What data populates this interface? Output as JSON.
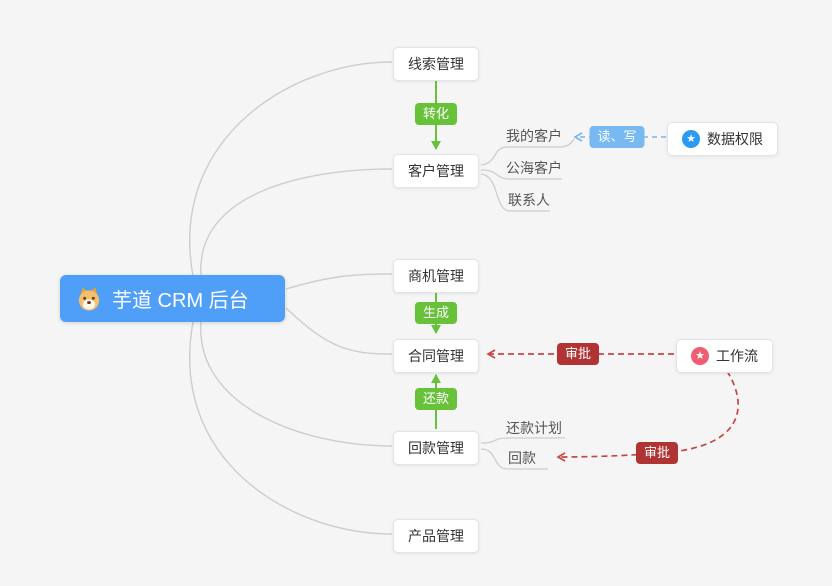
{
  "title": "芋道 CRM 后台",
  "canvas": {
    "background": "#f5f5f5"
  },
  "root": {
    "label": "芋道 CRM 后台",
    "icon": "dog-icon",
    "color": "#4f9ef7"
  },
  "branches": [
    {
      "id": "leads",
      "label": "线索管理"
    },
    {
      "id": "customers",
      "label": "客户管理",
      "children": [
        "我的客户",
        "公海客户",
        "联系人"
      ]
    },
    {
      "id": "opportunities",
      "label": "商机管理"
    },
    {
      "id": "contracts",
      "label": "合同管理"
    },
    {
      "id": "receivables",
      "label": "回款管理",
      "children": [
        "还款计划",
        "回款"
      ]
    },
    {
      "id": "products",
      "label": "产品管理"
    }
  ],
  "side_nodes": [
    {
      "id": "data-permission",
      "label": "数据权限",
      "icon": "star-icon",
      "icon_color": "#2b9af3"
    },
    {
      "id": "workflow",
      "label": "工作流",
      "icon": "star-icon",
      "icon_color": "#ee5e6f"
    }
  ],
  "badges": {
    "convert": {
      "label": "转化",
      "color": "#67c23a"
    },
    "read_write": {
      "label": "读、写",
      "color": "#77b9f0"
    },
    "generate": {
      "label": "生成",
      "color": "#67c23a"
    },
    "repay": {
      "label": "还款",
      "color": "#67c23a"
    },
    "approve_contract": {
      "label": "审批",
      "color": "#b03434"
    },
    "approve_receivable": {
      "label": "审批",
      "color": "#b03434"
    }
  },
  "edge_colors": {
    "green": "#67c23a",
    "blue": "#74b6f0",
    "red": "#c64545",
    "gray": "#cdcdcd"
  },
  "icons": {
    "star_glyph": "★"
  }
}
